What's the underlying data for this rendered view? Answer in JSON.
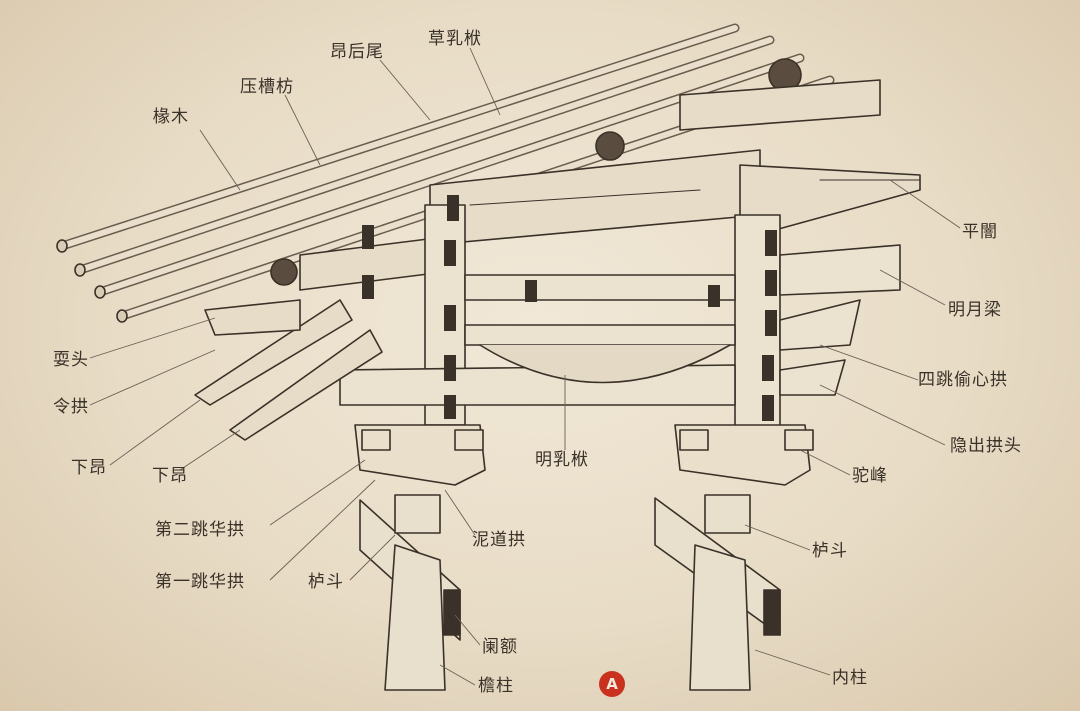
{
  "labels": {
    "chuanmu": "椽木",
    "yacaofang": "压槽枋",
    "anghouwei": "昂后尾",
    "caorufu": "草乳栿",
    "pingan": "平闇",
    "mingyueliang": "明月梁",
    "shuatou": "耍头",
    "linggong": "令拱",
    "xiaang1": "下昂",
    "xiaang2": "下昂",
    "sitiaotouxingong": "四跳偷心拱",
    "yinchugongtou": "隐出拱头",
    "mingrufu": "明乳栿",
    "tuotuo": "驼峰",
    "dierTiaohuagong": "第二跳华拱",
    "nidaogong": "泥道拱",
    "ludou_left": "栌斗",
    "ludou_right": "栌斗",
    "diyiTiaohuagong": "第一跳华拱",
    "lan_e": "阑额",
    "yanzhu": "檐柱",
    "neizhu": "内柱"
  },
  "seal": "A",
  "colors": {
    "paper": "#ece2cf",
    "ink": "#3a3128",
    "seal": "#c8321f"
  }
}
